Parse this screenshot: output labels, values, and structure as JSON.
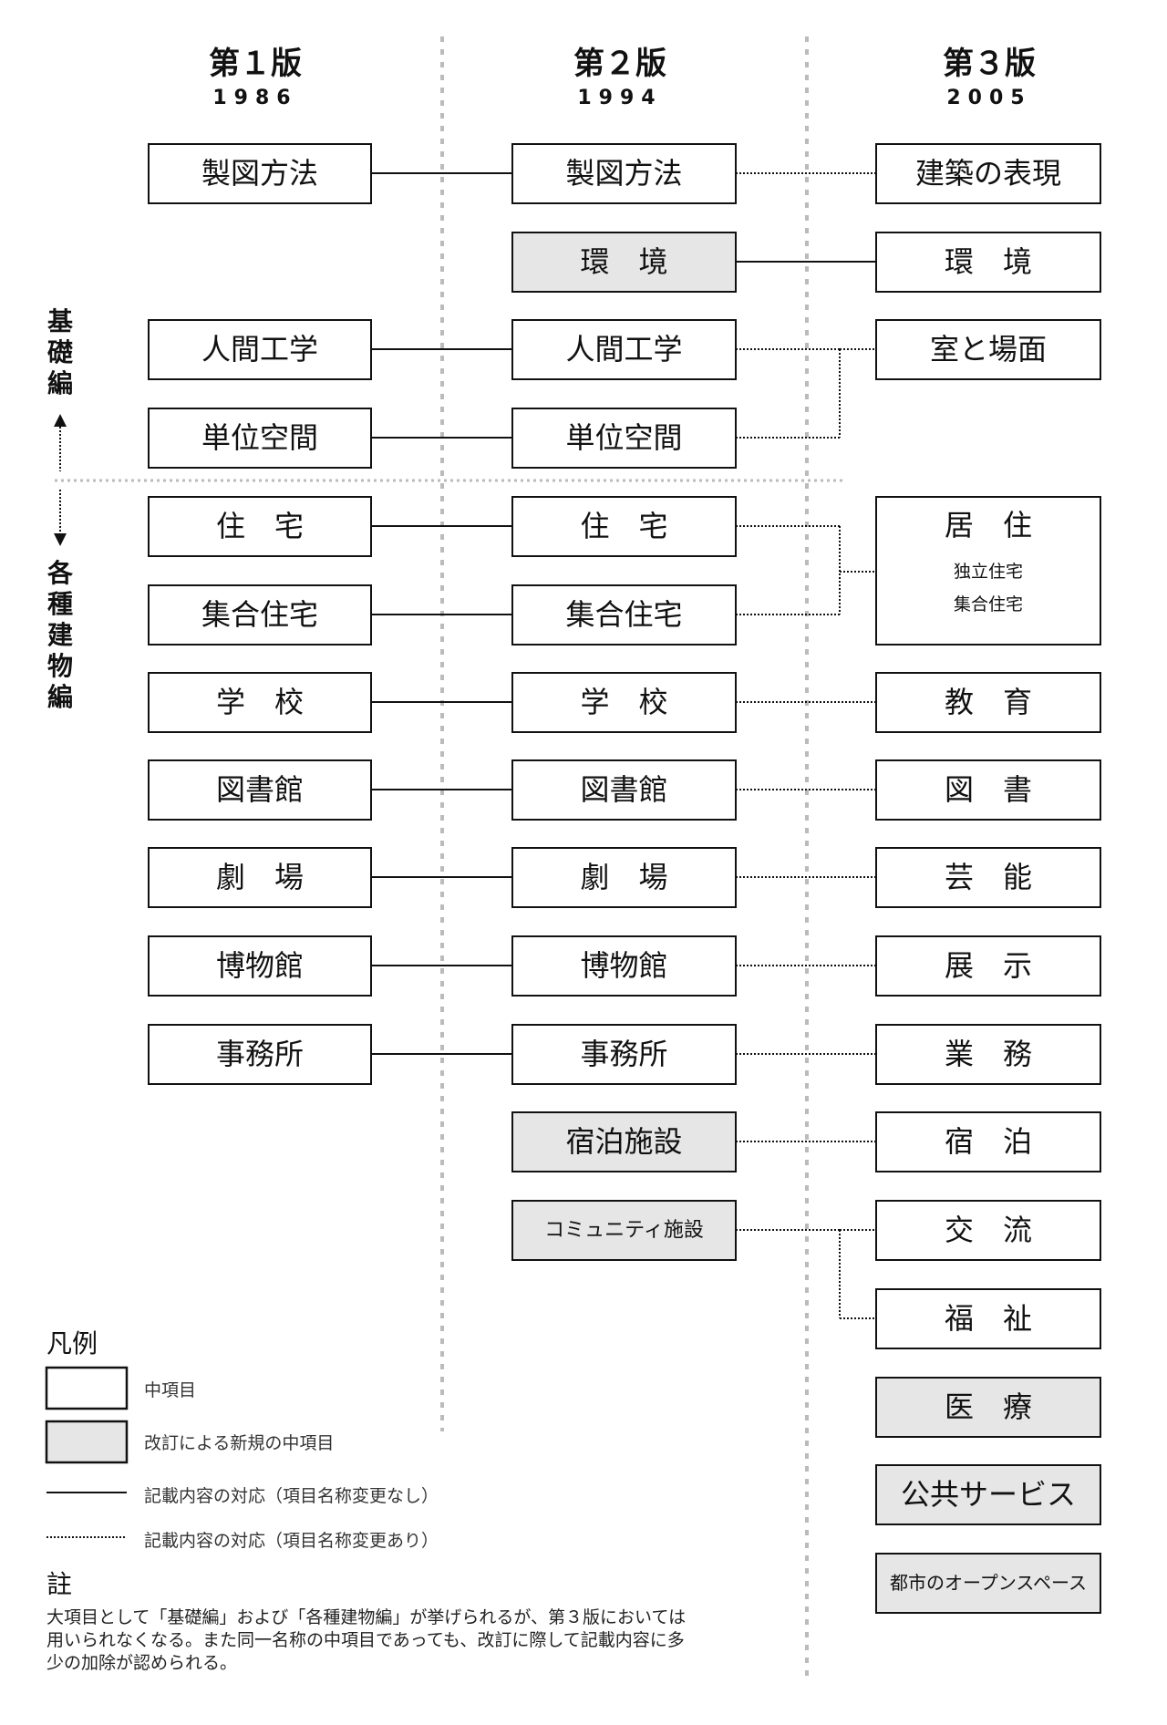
{
  "editions": [
    {
      "title": "第１版",
      "year": "1986"
    },
    {
      "title": "第２版",
      "year": "1994"
    },
    {
      "title": "第３版",
      "year": "2005"
    }
  ],
  "side_labels": {
    "basic": "基礎編",
    "buildings": "各種建物編"
  },
  "col1": [
    "製図方法",
    "人間工学",
    "単位空間",
    "住　宅",
    "集合住宅",
    "学　校",
    "図書館",
    "劇　場",
    "博物館",
    "事務所"
  ],
  "col2": [
    "製図方法",
    "環　境",
    "人間工学",
    "単位空間",
    "住　宅",
    "集合住宅",
    "学　校",
    "図書館",
    "劇　場",
    "博物館",
    "事務所",
    "宿泊施設",
    "コミュニティ施設"
  ],
  "col3": [
    "建築の表現",
    "環　境",
    "室と場面",
    "居　住",
    "教　育",
    "図　書",
    "芸　能",
    "展　示",
    "業　務",
    "宿　泊",
    "交　流",
    "福　祉",
    "医　療",
    "公共サービス",
    "都市のオープンスペース"
  ],
  "col3_sub": [
    "独立住宅",
    "集合住宅"
  ],
  "legend": {
    "title": "凡例",
    "item_box": "中項目",
    "item_new": "改訂による新規の中項目",
    "line_solid": "記載内容の対応（項目名称変更なし）",
    "line_dotted": "記載内容の対応（項目名称変更あり）"
  },
  "note": {
    "title": "註",
    "line1": "大項目として「基礎編」および「各種建物編」が挙げられるが、第３版においては",
    "line2": "用いられなくなる。また同一名称の中項目であっても、改訂に際して記載内容に多",
    "line3": "少の加除が認められる。"
  },
  "colors": {
    "line": "#111111",
    "new_fill": "#e6e6e6",
    "guide": "#bbbbbb"
  }
}
